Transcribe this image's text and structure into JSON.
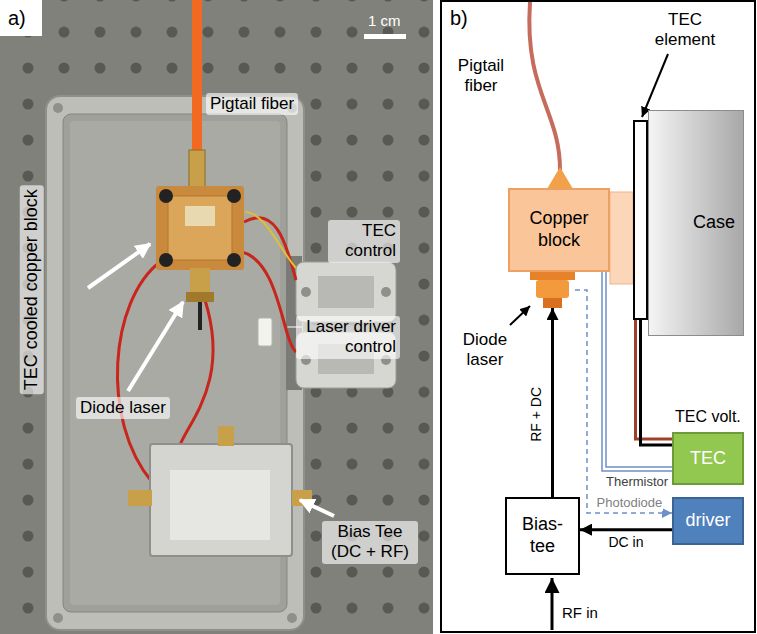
{
  "diagram": {
    "nodes": [
      {
        "text": [
          "TEC element"
        ]
      },
      {
        "text": [
          "Copper block"
        ]
      },
      {
        "text": [
          "Case"
        ]
      },
      {
        "text": [
          "Diode laser"
        ]
      },
      {
        "text": [
          "TEC"
        ]
      },
      {
        "text": [
          "Bias-tee"
        ]
      },
      {
        "text": [
          "driver"
        ]
      }
    ],
    "edges": [
      {
        "from": 5,
        "to": 3,
        "arrow": "to",
        "label": "RF + DC"
      },
      {
        "from": 6,
        "to": 5,
        "arrow": "to",
        "label": "DC in"
      },
      {
        "from": 4,
        "to": 0,
        "arrow": "none",
        "label": "TEC volt."
      },
      {
        "from": 1,
        "to": 4,
        "arrow": "none",
        "label": "Thermistor"
      },
      {
        "from": 3,
        "to": 6,
        "arrow": "to",
        "label": "Photodiode"
      }
    ],
    "labels": [
      "a)",
      "1 cm",
      "Pigtail fiber",
      "TEC cooled copper block",
      "TEC control",
      "Laser driver control",
      "Diode laser",
      "Bias Tee (DC + RF)",
      "b)",
      "Pigtail fiber",
      "RF in"
    ]
  }
}
